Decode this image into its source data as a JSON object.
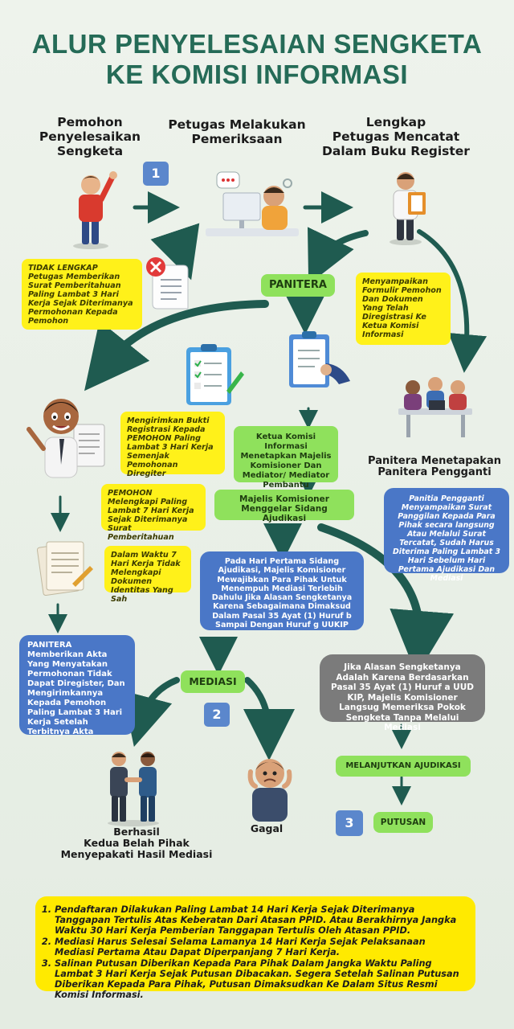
{
  "title": {
    "line1": "ALUR PENYELESAIAN SENGKETA",
    "line2": "KE KOMISI INFORMASI"
  },
  "headings": {
    "pemohon": "Pemohon Penyelesaikan Sengketa",
    "petugas": "Petugas Melakukan Pemeriksaan",
    "lengkap_l1": "Lengkap",
    "lengkap_l2": "Petugas Mencatat Dalam Buku Register"
  },
  "badges": {
    "b1": "1",
    "b2": "2",
    "b3": "3"
  },
  "boxes": {
    "tidak_lengkap": "TIDAK LENGKAP\nPetugas Memberikan Surat Pemberitahuan Paling Lambat 3 Hari Kerja Sejak Diterimanya Permohonan Kepada Pemohon",
    "panitera": "PANITERA",
    "menyampaikan": "Menyampaikan Formulir Pemohon Dan Dokumen Yang Telah Diregistrasi Ke Ketua Komisi Informasi",
    "mengirimkan": "Mengirimkan Bukti Registrasi Kepada PEMOHON Paling Lambat 3 Hari Kerja Semenjak Pemohonan Diregiter",
    "ketua": "Ketua Komisi Informasi Menetapkan Majelis Komisioner Dan Mediator/ Mediator Pembantu",
    "panitera_pengganti_label": "Panitera Menetapakan Panitera Pengganti",
    "pemohon_melengkapi": "PEMOHON\nMelengkapi Paling Lambat 7 Hari Kerja Sejak Diterimanya Surat Pemberitahuan",
    "majelis_sidang": "Majelis Komisioner Menggelar Sidang Ajudikasi",
    "panitia_pengganti": "Panitia Pengganti Menyampaikan Surat Panggilan Kepada Para Pihak secara langsung Atau Melalui Surat Tercatat, Sudah Harus Diterima Paling Lambat 3 Hari Sebelum Hari Pertama Ajudikasi Dan Mediasi",
    "dalam_waktu": "Dalam Waktu 7 Hari Kerja Tidak Melengkapi Dokumen Identitas Yang Sah",
    "hari_pertama": "Pada Hari Pertama Sidang Ajudikasi, Majelis Komisioner Mewajibkan Para Pihak Untuk Menempuh Mediasi Terlebih Dahulu Jika Alasan Sengketanya Karena Sebagaimana Dimaksud Dalam Pasal 35 Ayat (1) Huruf b Sampai Dengan Huruf g UUKIP",
    "panitera_akta": "PANITERA\nMemberikan Akta Yang Menyatakan Permohonan Tidak Dapat Diregister, Dan Mengirimkannya Kepada Pemohon Paling Lambat 3 Hari Kerja Setelah Terbitnya Akta",
    "jika_alasan": "Jika Alasan Sengketanya Adalah Karena Berdasarkan Pasal 35 Ayat (1) Huruf a UUD KIP, Majelis Komisioner Langsug Memeriksa Pokok Sengketa Tanpa Melalui Mediasi",
    "mediasi": "MEDIASI",
    "melanjutkan": "MELANJUTKAN AJUDIKASI",
    "putusan": "PUTUSAN"
  },
  "outcomes": {
    "berhasil": "Berhasil\nKedua Belah Pihak\nMenyepakati Hasil Mediasi",
    "gagal": "Gagal"
  },
  "notes": [
    "Pendaftaran Dilakukan Paling Lambat 14 Hari Kerja Sejak Diterimanya Tanggapan Tertulis Atas Keberatan Dari Atasan PPID. Atau Berakhirnya Jangka Waktu 30 Hari Kerja Pemberian Tanggapan Tertulis Oleh Atasan PPID.",
    "Mediasi Harus Selesai Selama Lamanya 14 Hari Kerja Sejak Pelaksanaan Mediasi Pertama Atau Dapat Diperpanjang 7 Hari Kerja.",
    "Salinan Putusan Diberikan Kepada Para Pihak Dalam Jangka Waktu Paling Lambat 3 Hari Kerja Sejak Putusan Dibacakan. Segera Setelah Salinan Putusan Diberikan Kepada Para Pihak, Putusan Dimaksudkan Ke Dalam Situs Resmi Komisi Informasi."
  ],
  "colors": {
    "title": "#256b57",
    "arrow": "#1f5b50",
    "yellow": "#fff11a",
    "green": "#8fe15c",
    "blue": "#4a77c7",
    "gray": "#7b7b7b"
  },
  "icons": [
    "raising-hand-person-icon",
    "computer-operator-icon",
    "clipboard-clerk-icon",
    "rejected-document-icon",
    "checklist-clipboard-icon",
    "signing-clipboard-icon",
    "office-team-icon",
    "man-with-document-icon",
    "papers-stack-icon",
    "handshake-icon",
    "worried-man-icon"
  ]
}
